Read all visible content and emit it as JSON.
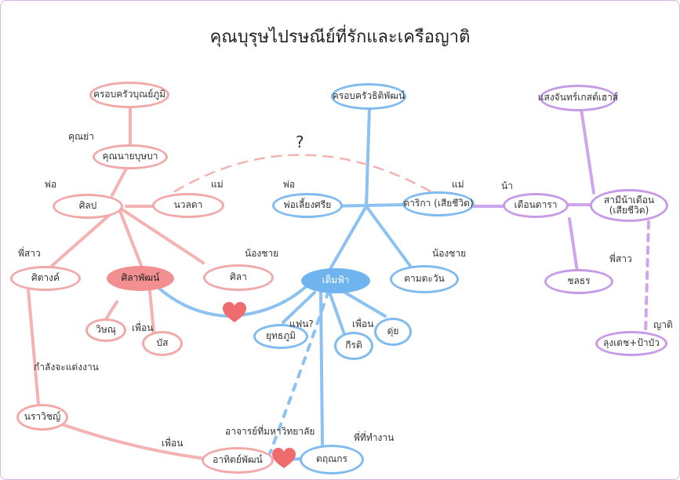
{
  "title": "คุณบุรุษไปรษณีย์ที่รักและเครือญาติ",
  "colors": {
    "pink": "#f2a9aa",
    "blue": "#7fbbef",
    "purple": "#c79ae8",
    "heart": "#ee6b6e"
  },
  "nodes": {
    "bunnaphum_family": "ครอบครัวบุณย์ภูมิ",
    "grandma": "คุณนายบุษบา",
    "silp": "ศิลป",
    "nuansada": "นวลดา",
    "sitang": "ศิตางค์",
    "sithaphat": "ศิลาพัฒน์",
    "sila": "ศิลา",
    "witchanu": "วิษณุ",
    "bas": "บัส",
    "narawit": "นราวิชญ์",
    "athitphat": "อาทิตย์พัฒน์",
    "thitayaphat_family": "ครอบครัวธิติพัฒน์",
    "father_kiang": "พ่อเลี้ยงศรีย",
    "darika": "ดาริกา (เสียชีวิต)",
    "tem_fa": "เต็มฟ้า",
    "tawan": "ตามตะวัน",
    "yuthaphum": "ยุทธภูมิ",
    "kirati": "กีรติ",
    "duy": "ดุ่ย",
    "tathnakorn": "ตฤณกร",
    "saengchan_family": "แสงจันทร์เกสต์เฮาส์",
    "duandara": "เดือนดารา",
    "samil_duan": "สามีน้าเดือน (เสียชีวิต)",
    "chonthon": "ชลธร",
    "uncle_aunt": "ลุงเดช+ป้าบัว"
  },
  "labels": {
    "grandma_rel": "คุณย่า",
    "father_rel_left": "พ่อ",
    "mother_rel_left": "แม่",
    "sister_rel_left": "พี่สาว",
    "brother_rel_left": "น้องชาย",
    "friend_rel_left": "เพื่อน",
    "engaged_rel": "กำลังจะแต่งงาน",
    "friend_rel_bottom": "เพื่อน",
    "father_rel_mid": "พ่อ",
    "mother_rel_mid": "แม่",
    "brother_rel_mid": "น้องชาย",
    "boyfriend_rel": "แฟน?",
    "friend_rel_mid": "เพื่อน",
    "coworker_rel": "พี่ที่ทำงาน",
    "teacher_rel": "อาจารย์ที่มหาวิทยาลัย",
    "aunt_rel": "น้า",
    "sister_rel_right": "พี่สาว",
    "relative_rel": "ญาติ",
    "question": "?"
  }
}
